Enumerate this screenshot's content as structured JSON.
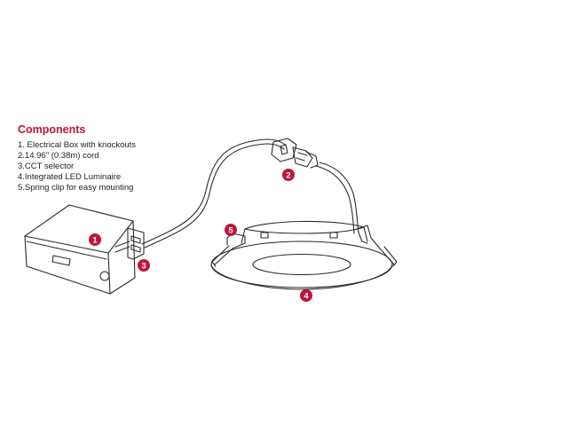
{
  "legend": {
    "heading": "Components",
    "items": [
      "1. Electrical Box with knockouts",
      "2.14.96\" (0.38m) cord",
      "3.CCT selector",
      "4.Integrated LED Luminaire",
      "5.Spring clip for easy mounting"
    ]
  },
  "callouts": [
    {
      "number": "1",
      "component": "electrical-box"
    },
    {
      "number": "2",
      "component": "cord"
    },
    {
      "number": "3",
      "component": "cct-selector"
    },
    {
      "number": "4",
      "component": "led-luminaire"
    },
    {
      "number": "5",
      "component": "spring-clip"
    }
  ],
  "colors": {
    "accent": "#c0143c",
    "line": "#2b2b2b",
    "text": "#222222",
    "background": "#ffffff"
  }
}
